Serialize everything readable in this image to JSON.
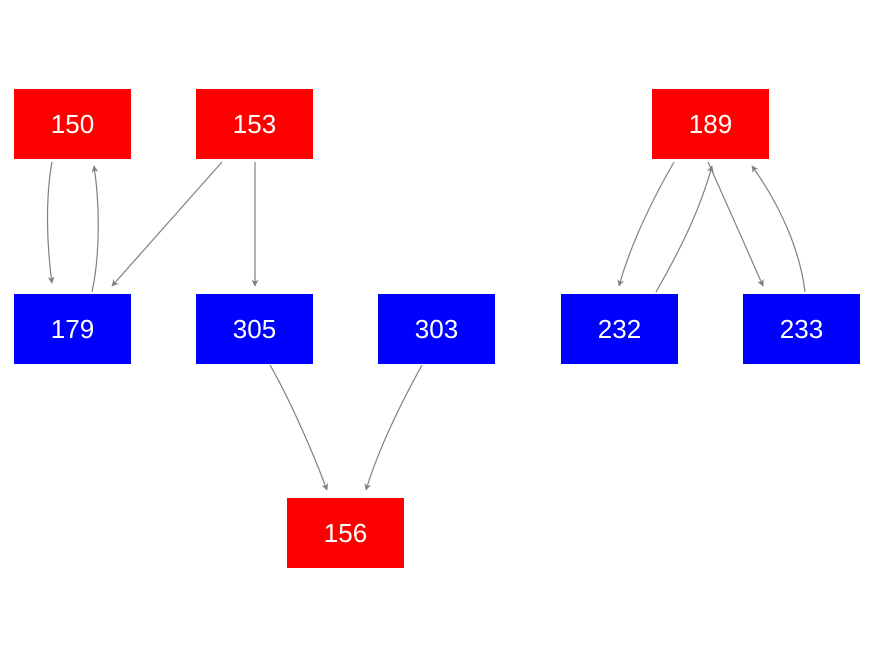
{
  "colors": {
    "red_node": "#ff0000",
    "blue_node": "#0000ff",
    "edge": "#808080",
    "label": "#ffffff"
  },
  "nodes": {
    "n150": {
      "label": "150",
      "color": "red"
    },
    "n153": {
      "label": "153",
      "color": "red"
    },
    "n189": {
      "label": "189",
      "color": "red"
    },
    "n179": {
      "label": "179",
      "color": "blue"
    },
    "n305": {
      "label": "305",
      "color": "blue"
    },
    "n303": {
      "label": "303",
      "color": "blue"
    },
    "n232": {
      "label": "232",
      "color": "blue"
    },
    "n233": {
      "label": "233",
      "color": "blue"
    },
    "n156": {
      "label": "156",
      "color": "red"
    }
  },
  "edges": [
    {
      "from": "150",
      "to": "179"
    },
    {
      "from": "179",
      "to": "150"
    },
    {
      "from": "153",
      "to": "179"
    },
    {
      "from": "153",
      "to": "305"
    },
    {
      "from": "305",
      "to": "156"
    },
    {
      "from": "303",
      "to": "156"
    },
    {
      "from": "189",
      "to": "232"
    },
    {
      "from": "232",
      "to": "189"
    },
    {
      "from": "189",
      "to": "233"
    },
    {
      "from": "233",
      "to": "189"
    }
  ]
}
